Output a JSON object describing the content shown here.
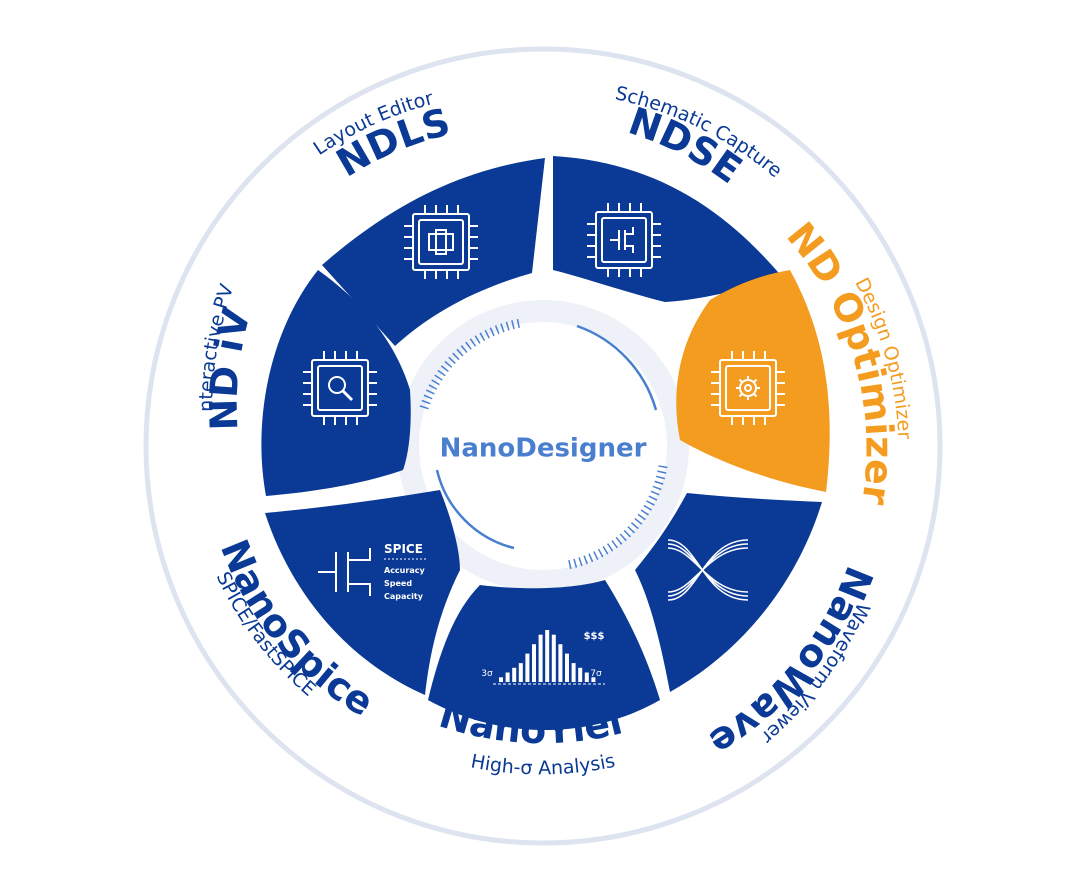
{
  "center": {
    "title": "NanoDesigner"
  },
  "products": [
    {
      "id": "ndls",
      "name": "NDLS",
      "subtitle": "Layout Editor",
      "icon": "layout-chip-icon"
    },
    {
      "id": "ndse",
      "name": "NDSE",
      "subtitle": "Schematic Capture",
      "icon": "schematic-chip-icon"
    },
    {
      "id": "nd-optimizer",
      "name": "ND Optimizer",
      "subtitle": "Design Optimizer",
      "icon": "gear-chip-icon"
    },
    {
      "id": "nanowave",
      "name": "NanoWave",
      "subtitle": "Waveform Viewer",
      "icon": "waveform-icon"
    },
    {
      "id": "nanoyield",
      "name": "NanoYield",
      "subtitle": "High-σ Analysis",
      "icon": "histogram-icon"
    },
    {
      "id": "nanospice",
      "name": "NanoSpice",
      "subtitle": "SPICE/FastSPICE",
      "icon": "spice-icon"
    },
    {
      "id": "nd-iv",
      "name": "ND iV",
      "subtitle": "Interactive PV",
      "icon": "magnifier-chip-icon"
    }
  ],
  "spice_panel": {
    "title": "SPICE",
    "lines": [
      "Accuracy",
      "Speed",
      "Capacity"
    ]
  },
  "yield_panel": {
    "left_label": "3σ",
    "right_label": "7σ",
    "top_label": "$$$",
    "bars": [
      1,
      2,
      3,
      4,
      6,
      8,
      10,
      11,
      10,
      8,
      6,
      4,
      3,
      2,
      1
    ]
  },
  "colors": {
    "primary": "#0a3a95",
    "accent": "#f39c1f",
    "center_text": "#4a7fd0",
    "ring": "#dde3ef",
    "panel_icon": "#ffffff"
  }
}
